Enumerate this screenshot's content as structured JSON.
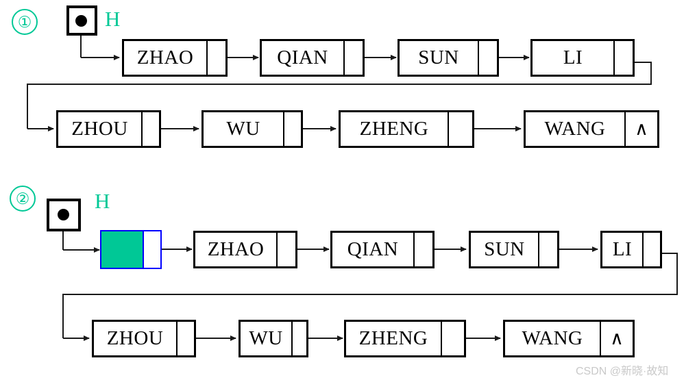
{
  "figure": {
    "title_hidden": "",
    "watermark": "CSDN @新晓·故知",
    "colors": {
      "accent_teal": "#00C896",
      "sentinel_border_blue": "#0000FF",
      "node_border_black": "#000000",
      "watermark_gray": "#C9C9C9"
    }
  },
  "diagrams": [
    {
      "marker": "①",
      "head_label": "H",
      "head_pointer_name": "head-pointer-box",
      "rows": [
        {
          "nodes": [
            {
              "data": "ZHAO",
              "ptr": ""
            },
            {
              "data": "QIAN",
              "ptr": ""
            },
            {
              "data": "SUN",
              "ptr": ""
            },
            {
              "data": "LI",
              "ptr": ""
            }
          ]
        },
        {
          "nodes": [
            {
              "data": "ZHOU",
              "ptr": ""
            },
            {
              "data": "WU",
              "ptr": ""
            },
            {
              "data": "ZHENG",
              "ptr": ""
            },
            {
              "data": "WANG",
              "ptr": "∧"
            }
          ]
        }
      ]
    },
    {
      "marker": "②",
      "head_label": "H",
      "head_pointer_name": "head-pointer-box",
      "sentinel": {
        "data": "",
        "ptr": "",
        "fill": "#00C896",
        "border": "#0000FF"
      },
      "rows": [
        {
          "nodes": [
            {
              "data": "ZHAO",
              "ptr": ""
            },
            {
              "data": "QIAN",
              "ptr": ""
            },
            {
              "data": "SUN",
              "ptr": ""
            },
            {
              "data": "LI",
              "ptr": ""
            }
          ]
        },
        {
          "nodes": [
            {
              "data": "ZHOU",
              "ptr": ""
            },
            {
              "data": "WU",
              "ptr": ""
            },
            {
              "data": "ZHENG",
              "ptr": ""
            },
            {
              "data": "WANG",
              "ptr": "∧"
            }
          ]
        }
      ]
    }
  ]
}
